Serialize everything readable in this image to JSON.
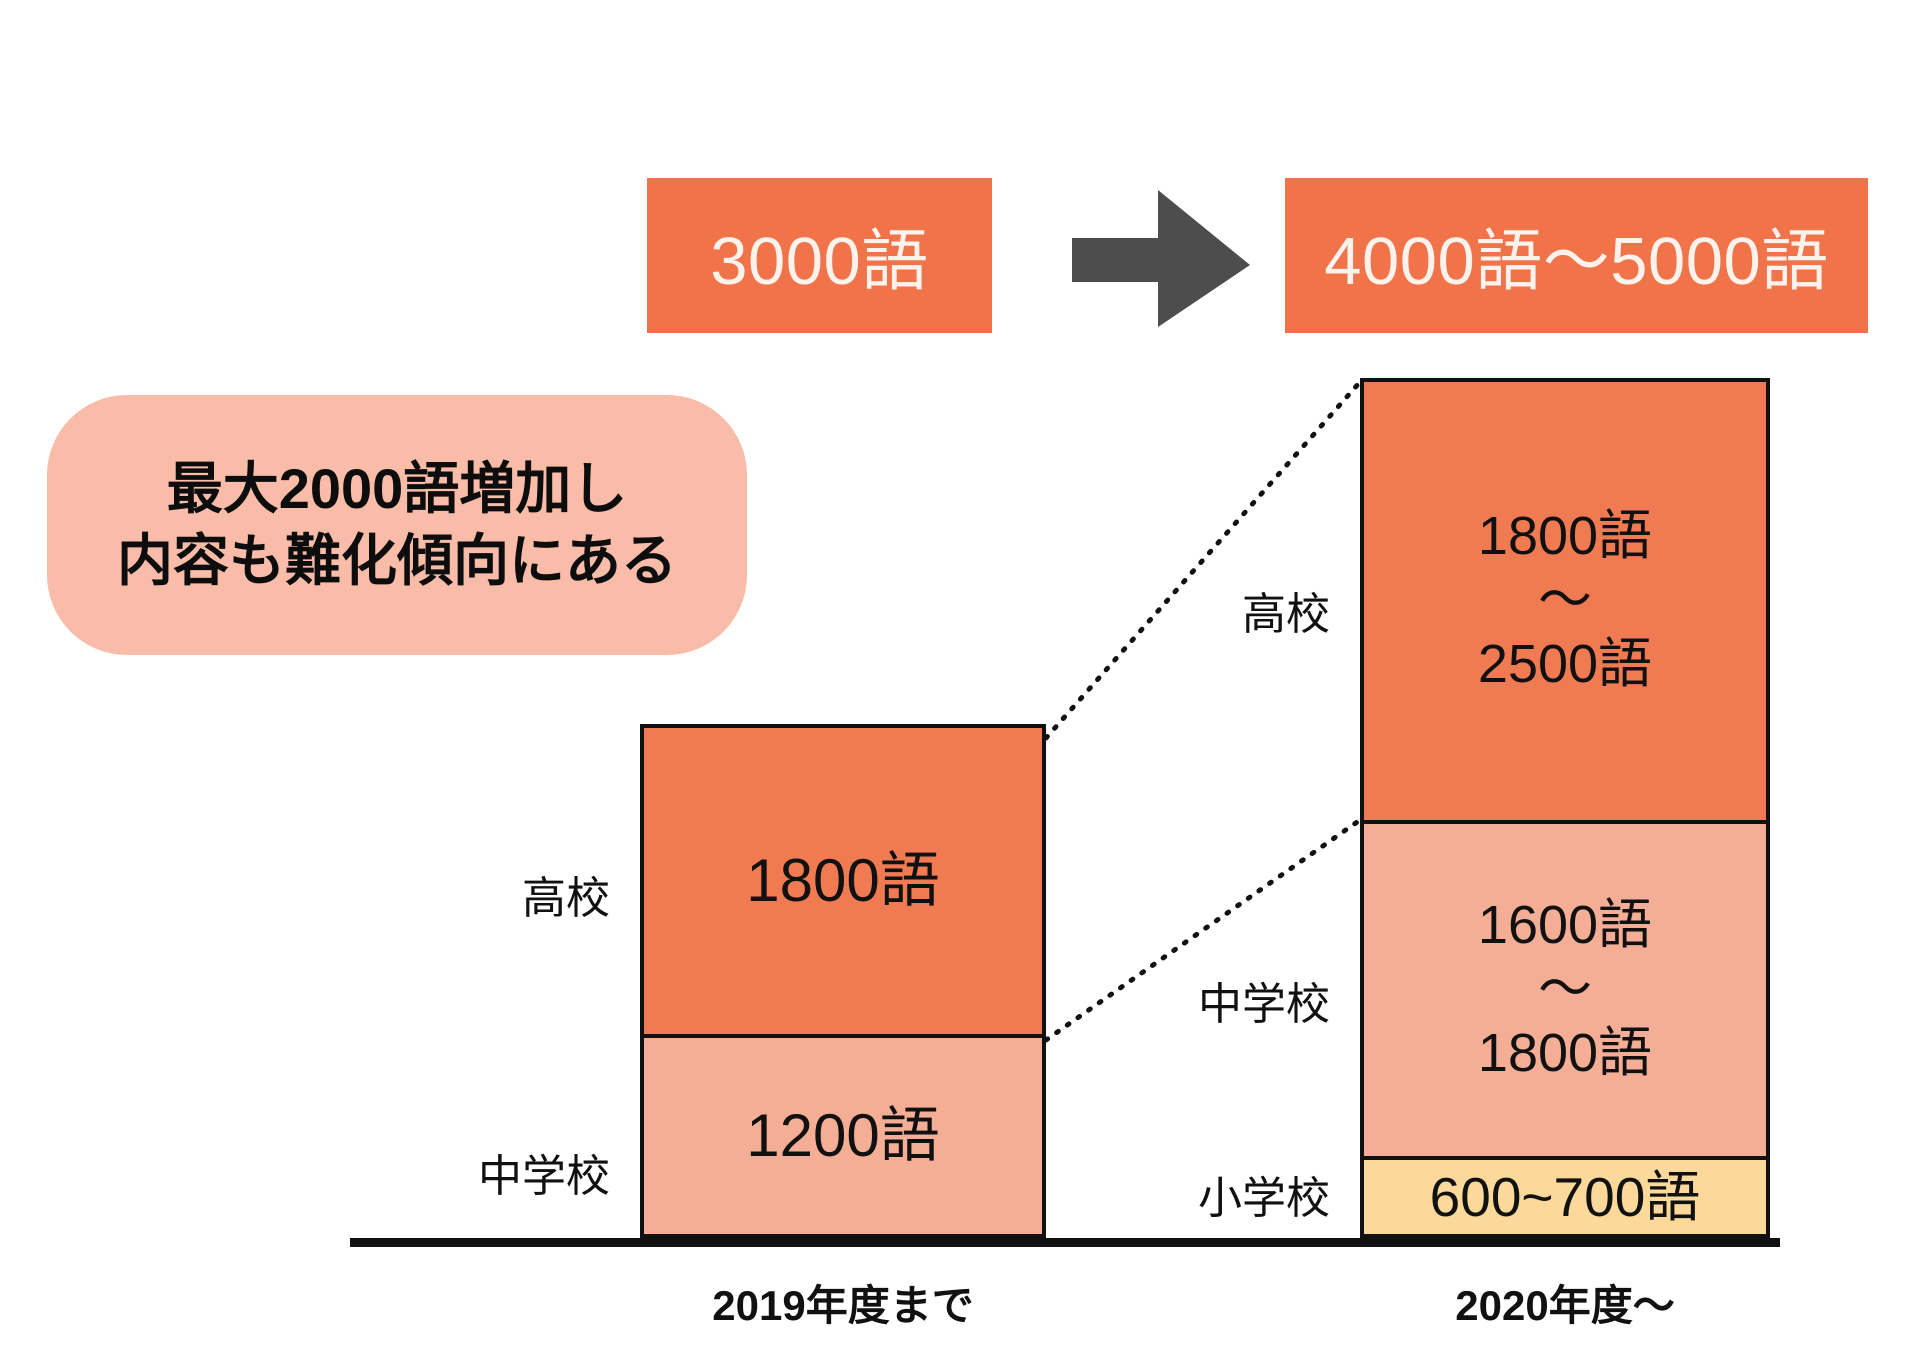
{
  "banner": {
    "before_label": "3000語",
    "after_label": "4000語〜5000語",
    "arrow_icon": "right-arrow-icon"
  },
  "callout": {
    "line1": "最大2000語増加し",
    "line2": "内容も難化傾向にある"
  },
  "colors": {
    "accent_orange": "#F1734A",
    "high_school": "#F07A52",
    "junior_high": "#F4AE95",
    "elementary": "#FBD99A",
    "callout_pink": "#F8BCA8",
    "arrow_gray": "#4D4D4D",
    "outline": "#111111"
  },
  "chart_data": {
    "type": "bar",
    "title": "",
    "xlabel": "",
    "ylabel": "",
    "categories": [
      "2019年度まで",
      "2020年度〜"
    ],
    "stacked": true,
    "grid": false,
    "legend_position": "left-of-bars",
    "series": [
      {
        "name": "小学校",
        "values": [
          0,
          650
        ],
        "labels": [
          "",
          "600~700語"
        ],
        "color": "#FBD99A"
      },
      {
        "name": "中学校",
        "values": [
          1200,
          1700
        ],
        "labels": [
          "1200語",
          "1600語\n~\n1800語"
        ],
        "color": "#F4AE95"
      },
      {
        "name": "高校",
        "values": [
          1800,
          2150
        ],
        "labels": [
          "1800語",
          "1800語\n~\n2500語"
        ],
        "color": "#F07A52"
      }
    ],
    "totals": [
      "3000語",
      "4000語〜5000語"
    ],
    "annotations": [
      "最大2000語増加し",
      "内容も難化傾向にある"
    ]
  },
  "bar_left": {
    "axis_label": "2019年度まで",
    "segments": [
      {
        "tier": "高校",
        "value_line1": "1800語",
        "tilde": "",
        "value_line2": ""
      },
      {
        "tier": "中学校",
        "value_line1": "1200語",
        "tilde": "",
        "value_line2": ""
      }
    ]
  },
  "bar_right": {
    "axis_label": "2020年度〜",
    "segments": [
      {
        "tier": "高校",
        "value_line1": "1800語",
        "tilde": "〜",
        "value_line2": "2500語"
      },
      {
        "tier": "中学校",
        "value_line1": "1600語",
        "tilde": "〜",
        "value_line2": "1800語"
      },
      {
        "tier": "小学校",
        "value_line1": "600~700語",
        "tilde": "",
        "value_line2": ""
      }
    ]
  }
}
